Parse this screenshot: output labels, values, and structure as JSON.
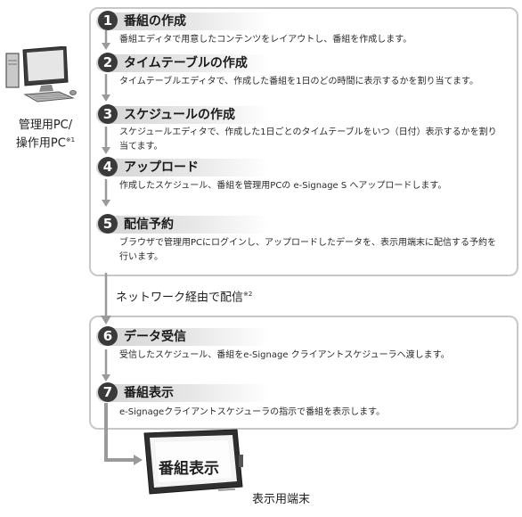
{
  "admin_pc": {
    "label_line1": "管理用PC/",
    "label_line2": "操作用PC",
    "label_note": "※1"
  },
  "network": {
    "label": "ネットワーク経由で配信",
    "note": "※2"
  },
  "steps": [
    {
      "num": "1",
      "title": "番組の作成",
      "desc": "番組エディタで用意したコンテンツをレイアウトし、番組を作成します。"
    },
    {
      "num": "2",
      "title": "タイムテーブルの作成",
      "desc": "タイムテーブルエディタで、作成した番組を1日のどの時間に表示するかを割り当てます。"
    },
    {
      "num": "3",
      "title": "スケジュールの作成",
      "desc": "スケジュールエディタで、作成した1日ごとのタイムテーブルをいつ（日付）表示するかを割り当てます。"
    },
    {
      "num": "4",
      "title": "アップロード",
      "desc": "作成したスケジュール、番組を管理用PCの e-Signage S へアップロードします。"
    },
    {
      "num": "5",
      "title": "配信予約",
      "desc": "ブラウザで管理用PCにログインし、アップロードしたデータを、表示用端末に配信する予約を行います。"
    },
    {
      "num": "6",
      "title": "データ受信",
      "desc": "受信したスケジュール、番組をe-Signage クライアントスケジューラへ渡します。"
    },
    {
      "num": "7",
      "title": "番組表示",
      "desc": "e-Signageクライアントスケジューラの指示で番組を表示します。"
    }
  ],
  "display": {
    "screen_text": "番組表示",
    "label": "表示用端末"
  }
}
